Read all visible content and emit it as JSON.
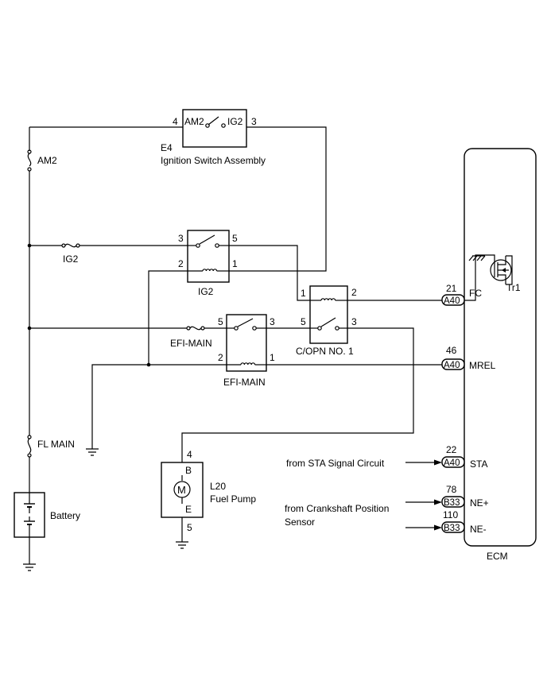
{
  "ignition_switch": {
    "code": "E4",
    "name": "Ignition Switch Assembly",
    "left_label": "AM2",
    "right_label": "IG2",
    "pin_left": "4",
    "pin_right": "3"
  },
  "fuses": {
    "am2": "AM2",
    "ig2": "IG2",
    "efi_main": "EFI-MAIN",
    "fl_main": "FL MAIN"
  },
  "relay_ig2": {
    "name": "IG2",
    "pin3": "3",
    "pin5": "5",
    "pin2": "2",
    "pin1": "1"
  },
  "relay_efi": {
    "name": "EFI-MAIN",
    "pin5": "5",
    "pin3": "3",
    "pin2": "2",
    "pin1": "1"
  },
  "relay_copn": {
    "name": "C/OPN NO. 1",
    "pin1": "1",
    "pin2": "2",
    "pin5": "5",
    "pin3": "3"
  },
  "battery": {
    "label": "Battery"
  },
  "fuel_pump": {
    "code": "L20",
    "name": "Fuel Pump",
    "motor": "M",
    "term_b": "B",
    "term_e": "E",
    "pin_top": "4",
    "pin_bottom": "5"
  },
  "ecm": {
    "name": "ECM",
    "transistor": "Tr1",
    "connectors": [
      {
        "pin": "21",
        "conn": "A40",
        "signal": "FC"
      },
      {
        "pin": "46",
        "conn": "A40",
        "signal": "MREL"
      },
      {
        "pin": "22",
        "conn": "A40",
        "signal": "STA"
      },
      {
        "pin": "78",
        "conn": "B33",
        "signal": "NE+"
      },
      {
        "pin": "110",
        "conn": "B33",
        "signal": "NE-"
      }
    ]
  },
  "inputs": {
    "sta": "from STA Signal Circuit",
    "crank_line1": "from Crankshaft Position",
    "crank_line2": "Sensor"
  }
}
